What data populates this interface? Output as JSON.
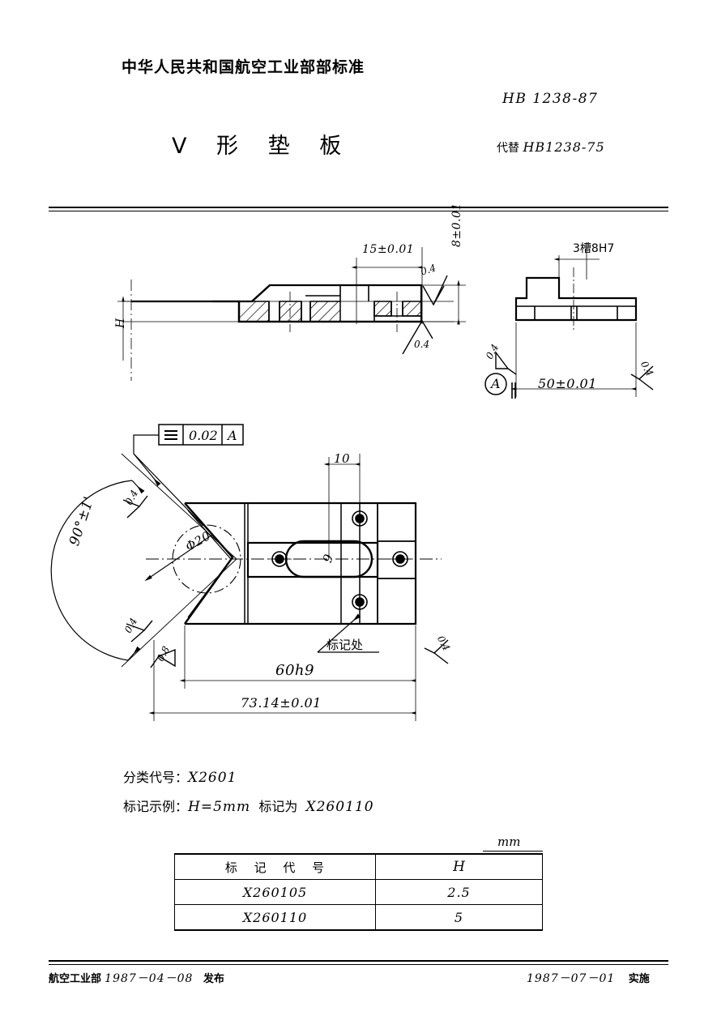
{
  "header": {
    "standard_org": "中华人民共和国航空工业部部标准",
    "standard_code": "HB 1238-87",
    "title": "V 形 垫 板",
    "replaces_label": "代替",
    "replaces_code": "HB1238-75"
  },
  "views": {
    "front_section": {
      "dim_width": "15±0.01",
      "dim_height": "8±0.01",
      "dim_H": "H",
      "roughness_top": "0.4",
      "roughness_bottom": "0.4"
    },
    "side_view": {
      "slot_note": "3槽8H7",
      "dim_width": "50±0.01",
      "roughness_left": "0.4",
      "roughness_right": "0.4",
      "datum_label": "A"
    },
    "plan_view": {
      "tolerance_symbol": "≡",
      "tolerance_value": "0.02",
      "tolerance_datum": "A",
      "angle": "90°±1'",
      "circle_dia": "Φ20",
      "slot_width": "9",
      "dim_10": "10",
      "dim_60h9": "60h9",
      "dim_73": "73.14±0.01",
      "mark_note": "标记处",
      "roughness_upper_left": "0.4",
      "roughness_lower_left": "0.4",
      "roughness_bottom_left": "0.8",
      "roughness_right": "0.4"
    }
  },
  "notes": {
    "class_code_label": "分类代号：",
    "class_code_value": "X2601",
    "marking_example_label": "标记示例：",
    "marking_example_value": "H=5mm",
    "marking_example_mid": "标记为",
    "marking_example_code": "X260110"
  },
  "table": {
    "unit": "mm",
    "headers": [
      "标 记 代 号",
      "H"
    ],
    "rows": [
      {
        "code": "X260105",
        "h": "2.5"
      },
      {
        "code": "X260110",
        "h": "5"
      }
    ]
  },
  "footer": {
    "issuer": "航空工业部",
    "issue_date": "1987－04－08",
    "issue_word": "发布",
    "effective_date": "1987－07－01",
    "effective_word": "实施"
  }
}
